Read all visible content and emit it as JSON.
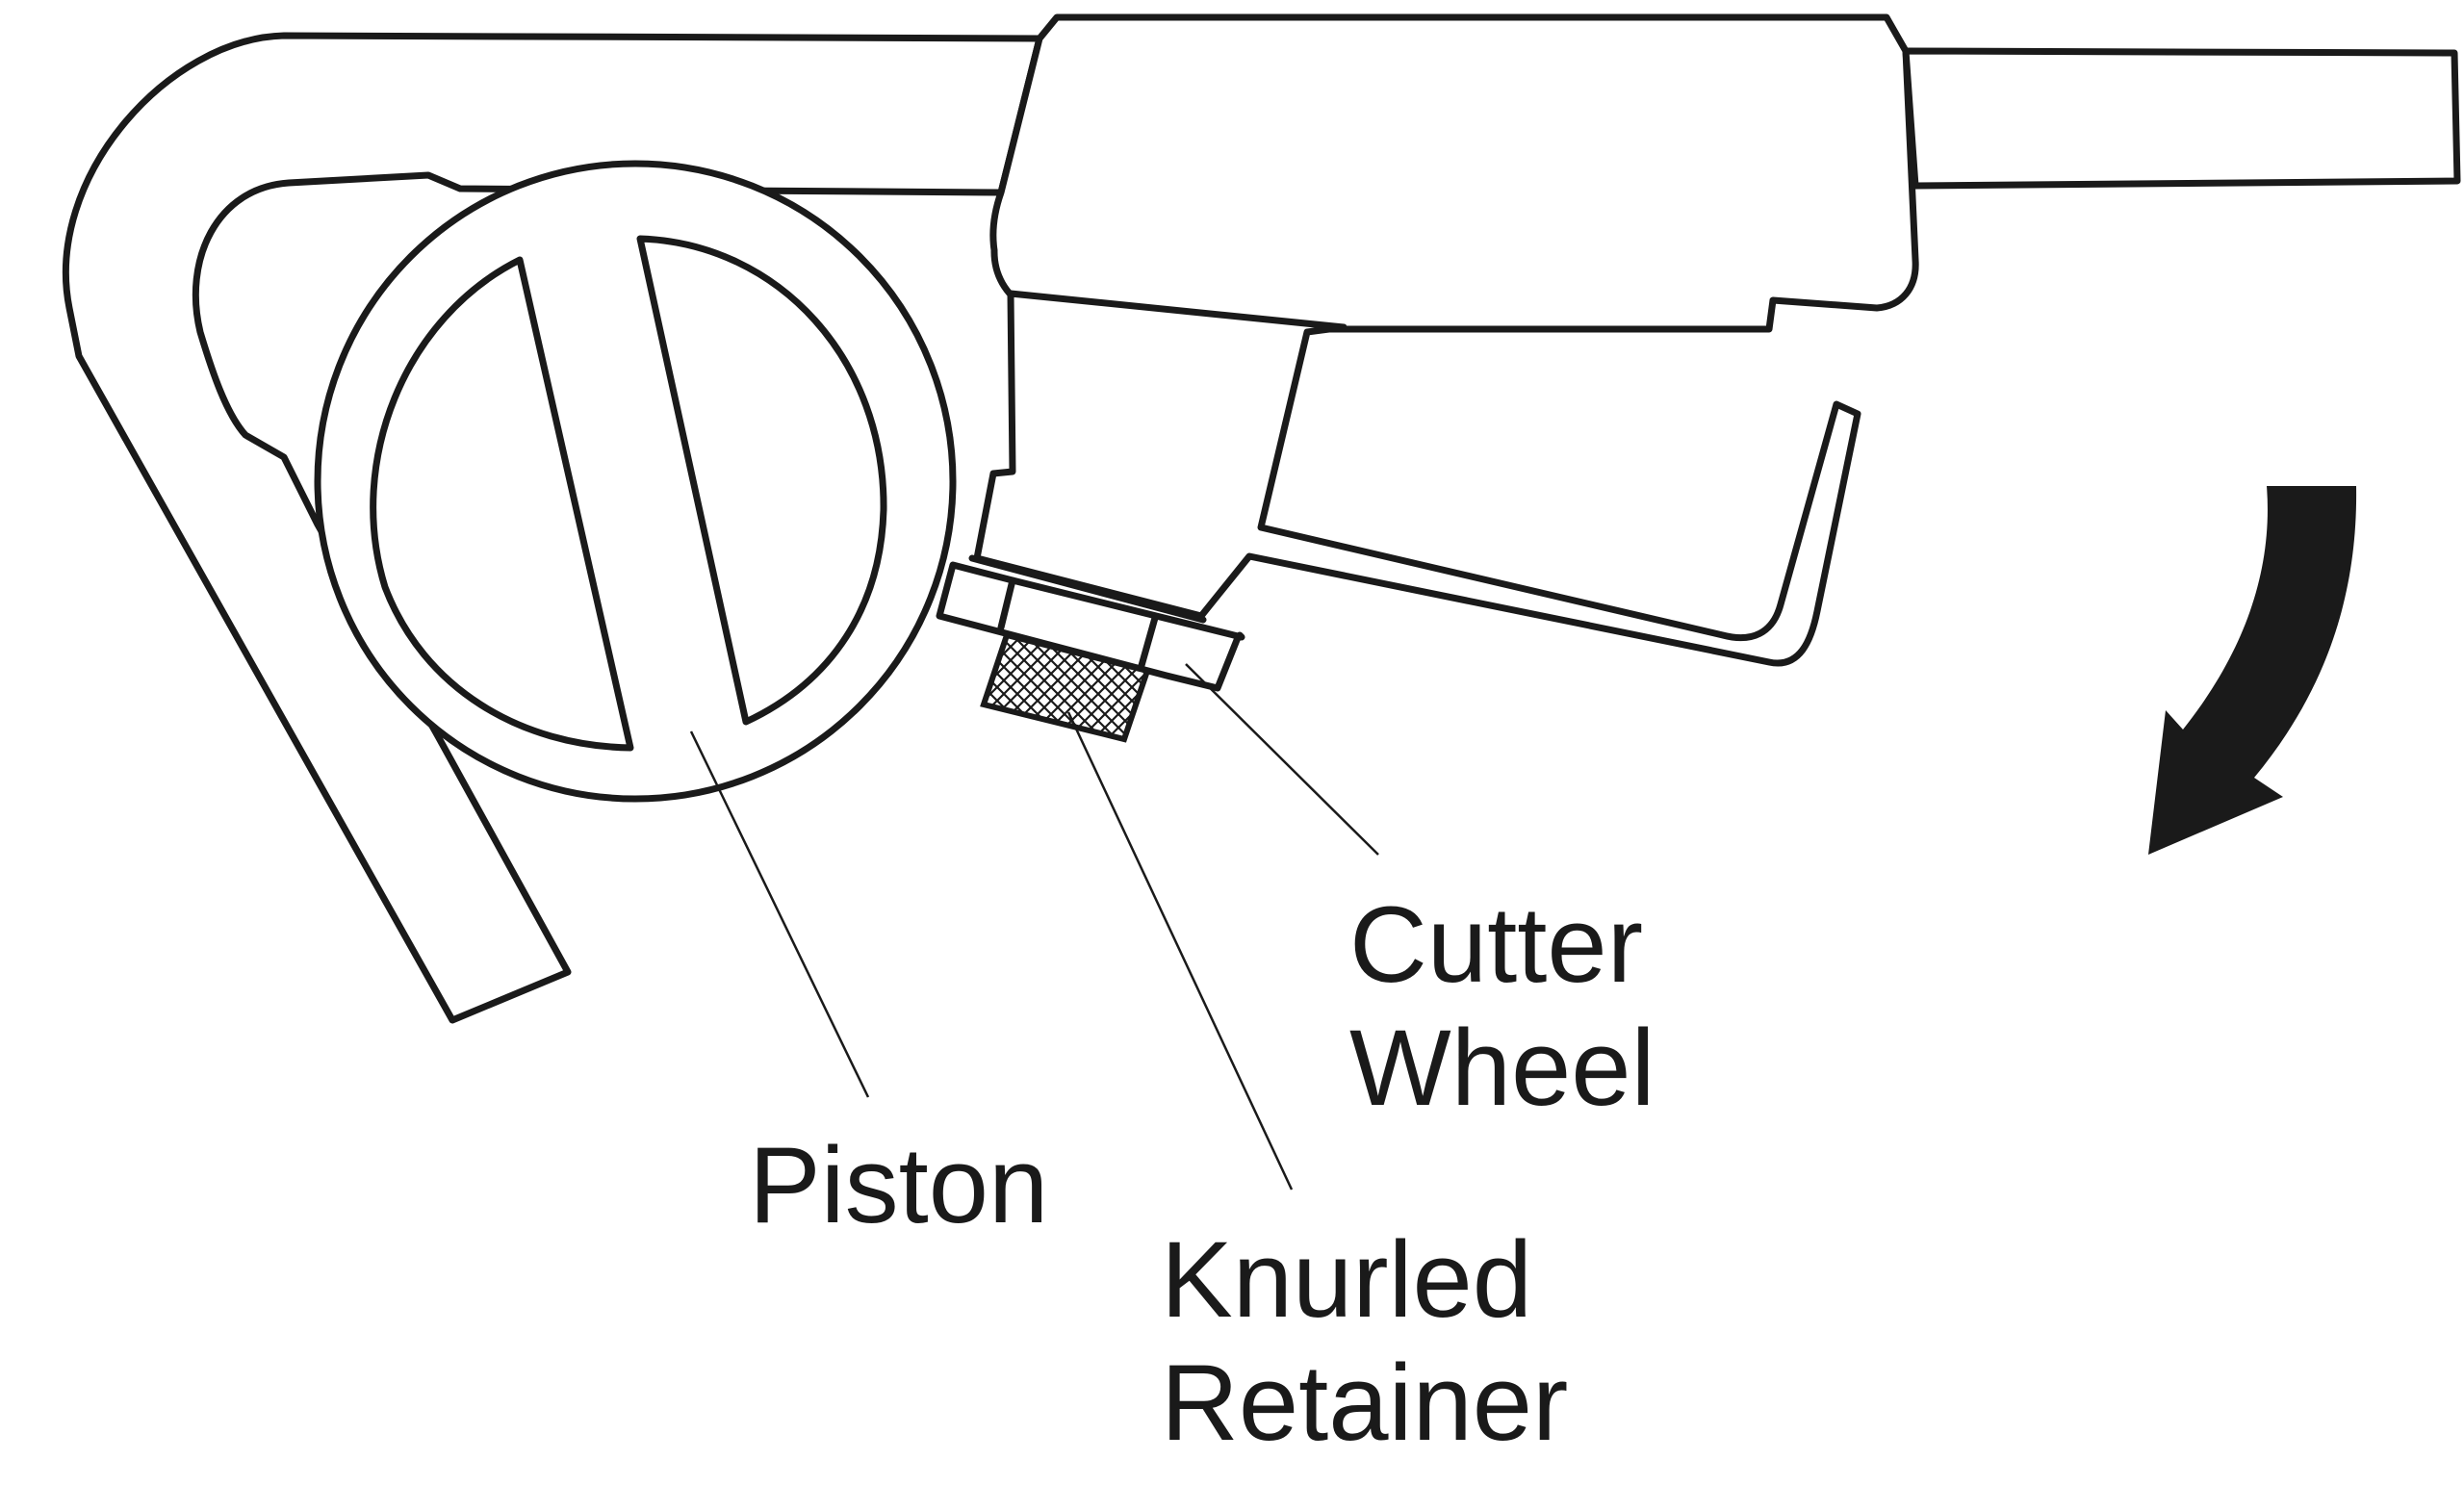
{
  "colors": {
    "line": "#1a1a1a",
    "background": "#ffffff",
    "arrow": "#1a1a1a"
  },
  "labels": {
    "piston": "Piston",
    "cutter_wheel": [
      "Cutter",
      "Wheel"
    ],
    "knurled_retainer": [
      "Knurled",
      "Retainer"
    ]
  },
  "icons": {
    "direction": "curved-arrow-clockwise"
  }
}
